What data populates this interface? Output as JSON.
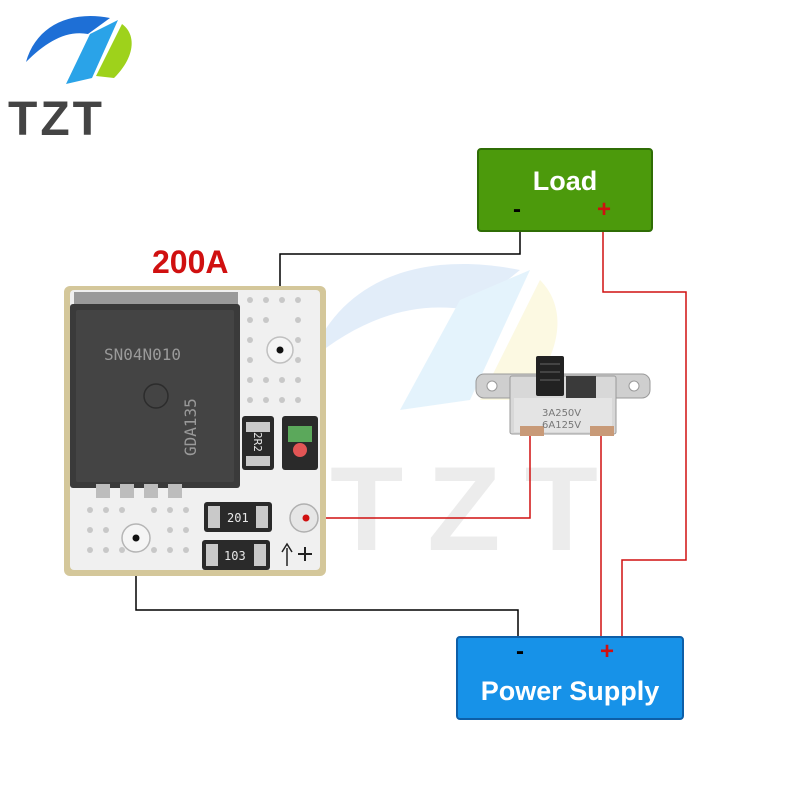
{
  "logo": {
    "text": "TZT"
  },
  "watermark": {
    "text": "TZT"
  },
  "module": {
    "current_rating": "200A",
    "chip_marking_1": "SN04N010",
    "chip_marking_2": "GDA135",
    "resistor_1": "2R2",
    "resistor_2": "201",
    "resistor_3": "103"
  },
  "switch": {
    "rating_1": "3A250V",
    "rating_2": "6A125V"
  },
  "load": {
    "label": "Load",
    "negative": "-",
    "positive": "+"
  },
  "power_supply": {
    "label": "Power Supply",
    "negative": "-",
    "positive": "+"
  },
  "colors": {
    "load_box": "#4c9a0c",
    "power_box": "#1792e8",
    "positive_wire": "#d01010",
    "negative_wire": "#000000"
  }
}
